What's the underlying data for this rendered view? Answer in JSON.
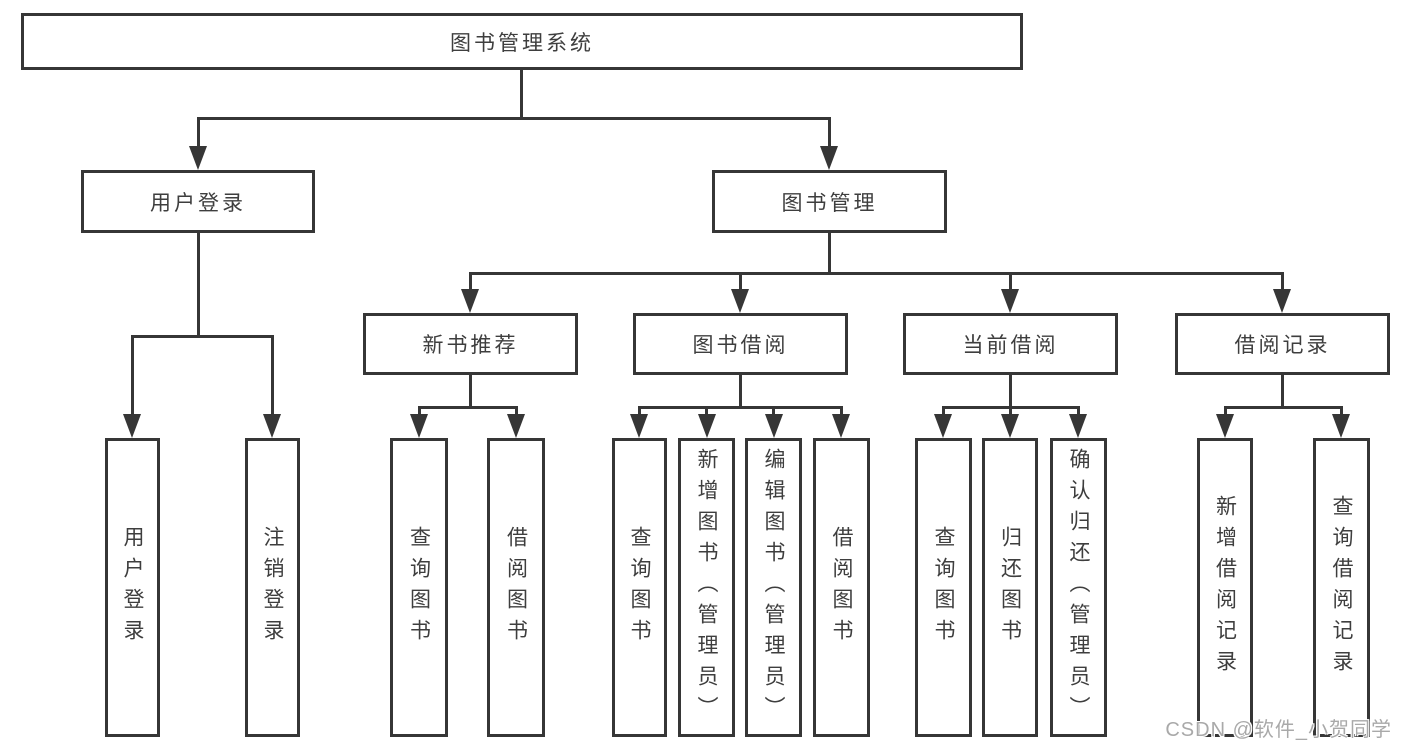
{
  "tree": {
    "root": {
      "label": "图书管理系统"
    },
    "children": [
      {
        "label": "用户登录",
        "children": [
          {
            "label": "用户登录"
          },
          {
            "label": "注销登录"
          }
        ]
      },
      {
        "label": "图书管理",
        "children": [
          {
            "label": "新书推荐",
            "children": [
              {
                "label": "查询图书"
              },
              {
                "label": "借阅图书"
              }
            ]
          },
          {
            "label": "图书借阅",
            "children": [
              {
                "label": "查询图书"
              },
              {
                "label": "新增图书（管理员）"
              },
              {
                "label": "编辑图书（管理员）"
              },
              {
                "label": "借阅图书"
              }
            ]
          },
          {
            "label": "当前借阅",
            "children": [
              {
                "label": "查询图书"
              },
              {
                "label": "归还图书"
              },
              {
                "label": "确认归还（管理员）"
              }
            ]
          },
          {
            "label": "借阅记录",
            "children": [
              {
                "label": "新增借阅记录"
              },
              {
                "label": "查询借阅记录"
              }
            ]
          }
        ]
      }
    ]
  },
  "watermark": {
    "text": "CSDN @软件_小贺同学"
  },
  "colors": {
    "line": "#363636",
    "text": "#3e3e3e",
    "watermark": "#a9a9a9",
    "background": "#ffffff"
  }
}
